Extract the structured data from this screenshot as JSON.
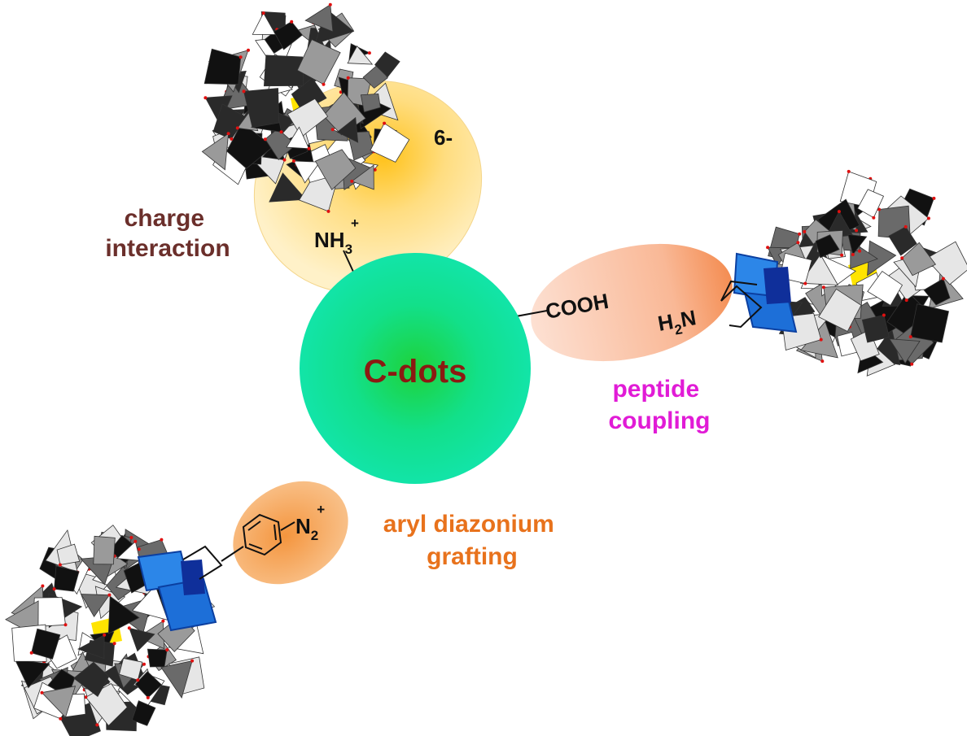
{
  "center": {
    "label": "C-dots"
  },
  "top": {
    "method_line1": "charge",
    "method_line2": "interaction",
    "group": "NH",
    "group_sub": "3",
    "group_sup": "+",
    "charge": "6-"
  },
  "right": {
    "acid": "COOH",
    "amine_prefix": "H",
    "amine_sub": "2",
    "amine_suffix": "N",
    "method_line1": "peptide",
    "method_line2": "coupling"
  },
  "bottom": {
    "group": "N",
    "group_sub": "2",
    "group_sup": "+",
    "method_line1": "aryl diazonium",
    "method_line2": "grafting"
  },
  "colors": {
    "center_text": "#8b1a12",
    "charge_label": "#6b2f2b",
    "peptide_label": "#e11bd6",
    "aryl_label": "#e8721c",
    "polyoxometalate_dark": "#111111",
    "polyoxometalate_mid": "#6a6a6a",
    "polyoxometalate_light": "#e6e6e6",
    "heteroatom": "#ffe400",
    "linker_blue": "#1d6fd8"
  }
}
